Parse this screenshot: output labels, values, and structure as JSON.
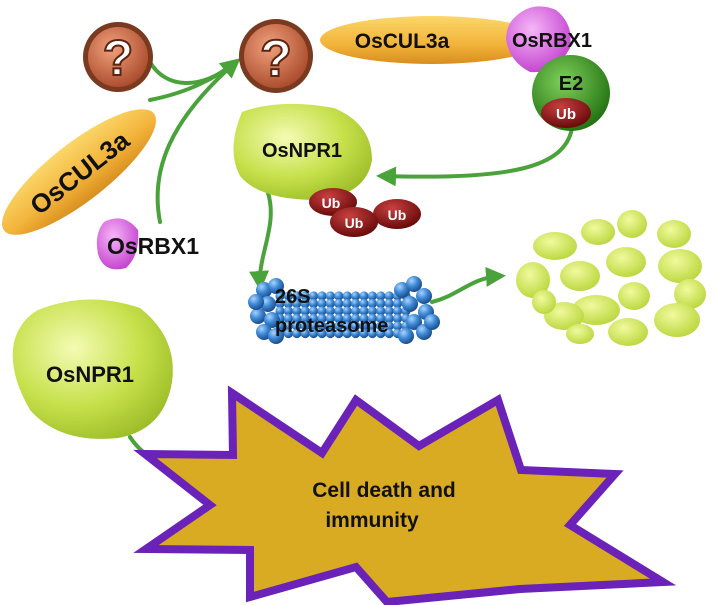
{
  "labels": {
    "cul3a_top": "OsCUL3a",
    "rbx1_top": "OsRBX1",
    "e2": "E2",
    "ub": "Ub",
    "cul3a_left": "OsCUL3a",
    "rbx1_left": "OsRBX1",
    "npr1_top": "OsNPR1",
    "proteasome_line1": "26S",
    "proteasome_line2": "proteasome",
    "npr1_bottom": "OsNPR1",
    "outcome_line1": "Cell death and",
    "outcome_line2": "immunity",
    "unknown": "?"
  },
  "colors": {
    "cul3a": "#f2b33a",
    "rbx1": "#e070e8",
    "e2": "#2f8f1a",
    "ub": "#8e1010",
    "npr1": "#c6e04a",
    "arrow": "#4aa33a",
    "question": "#c96a45",
    "proteasome": "#4a8fd6",
    "burst_fill": "#d9ab22",
    "burst_outline": "#6a22b8"
  },
  "icons": {
    "unknown_protein": "question-mark-circle-icon"
  }
}
